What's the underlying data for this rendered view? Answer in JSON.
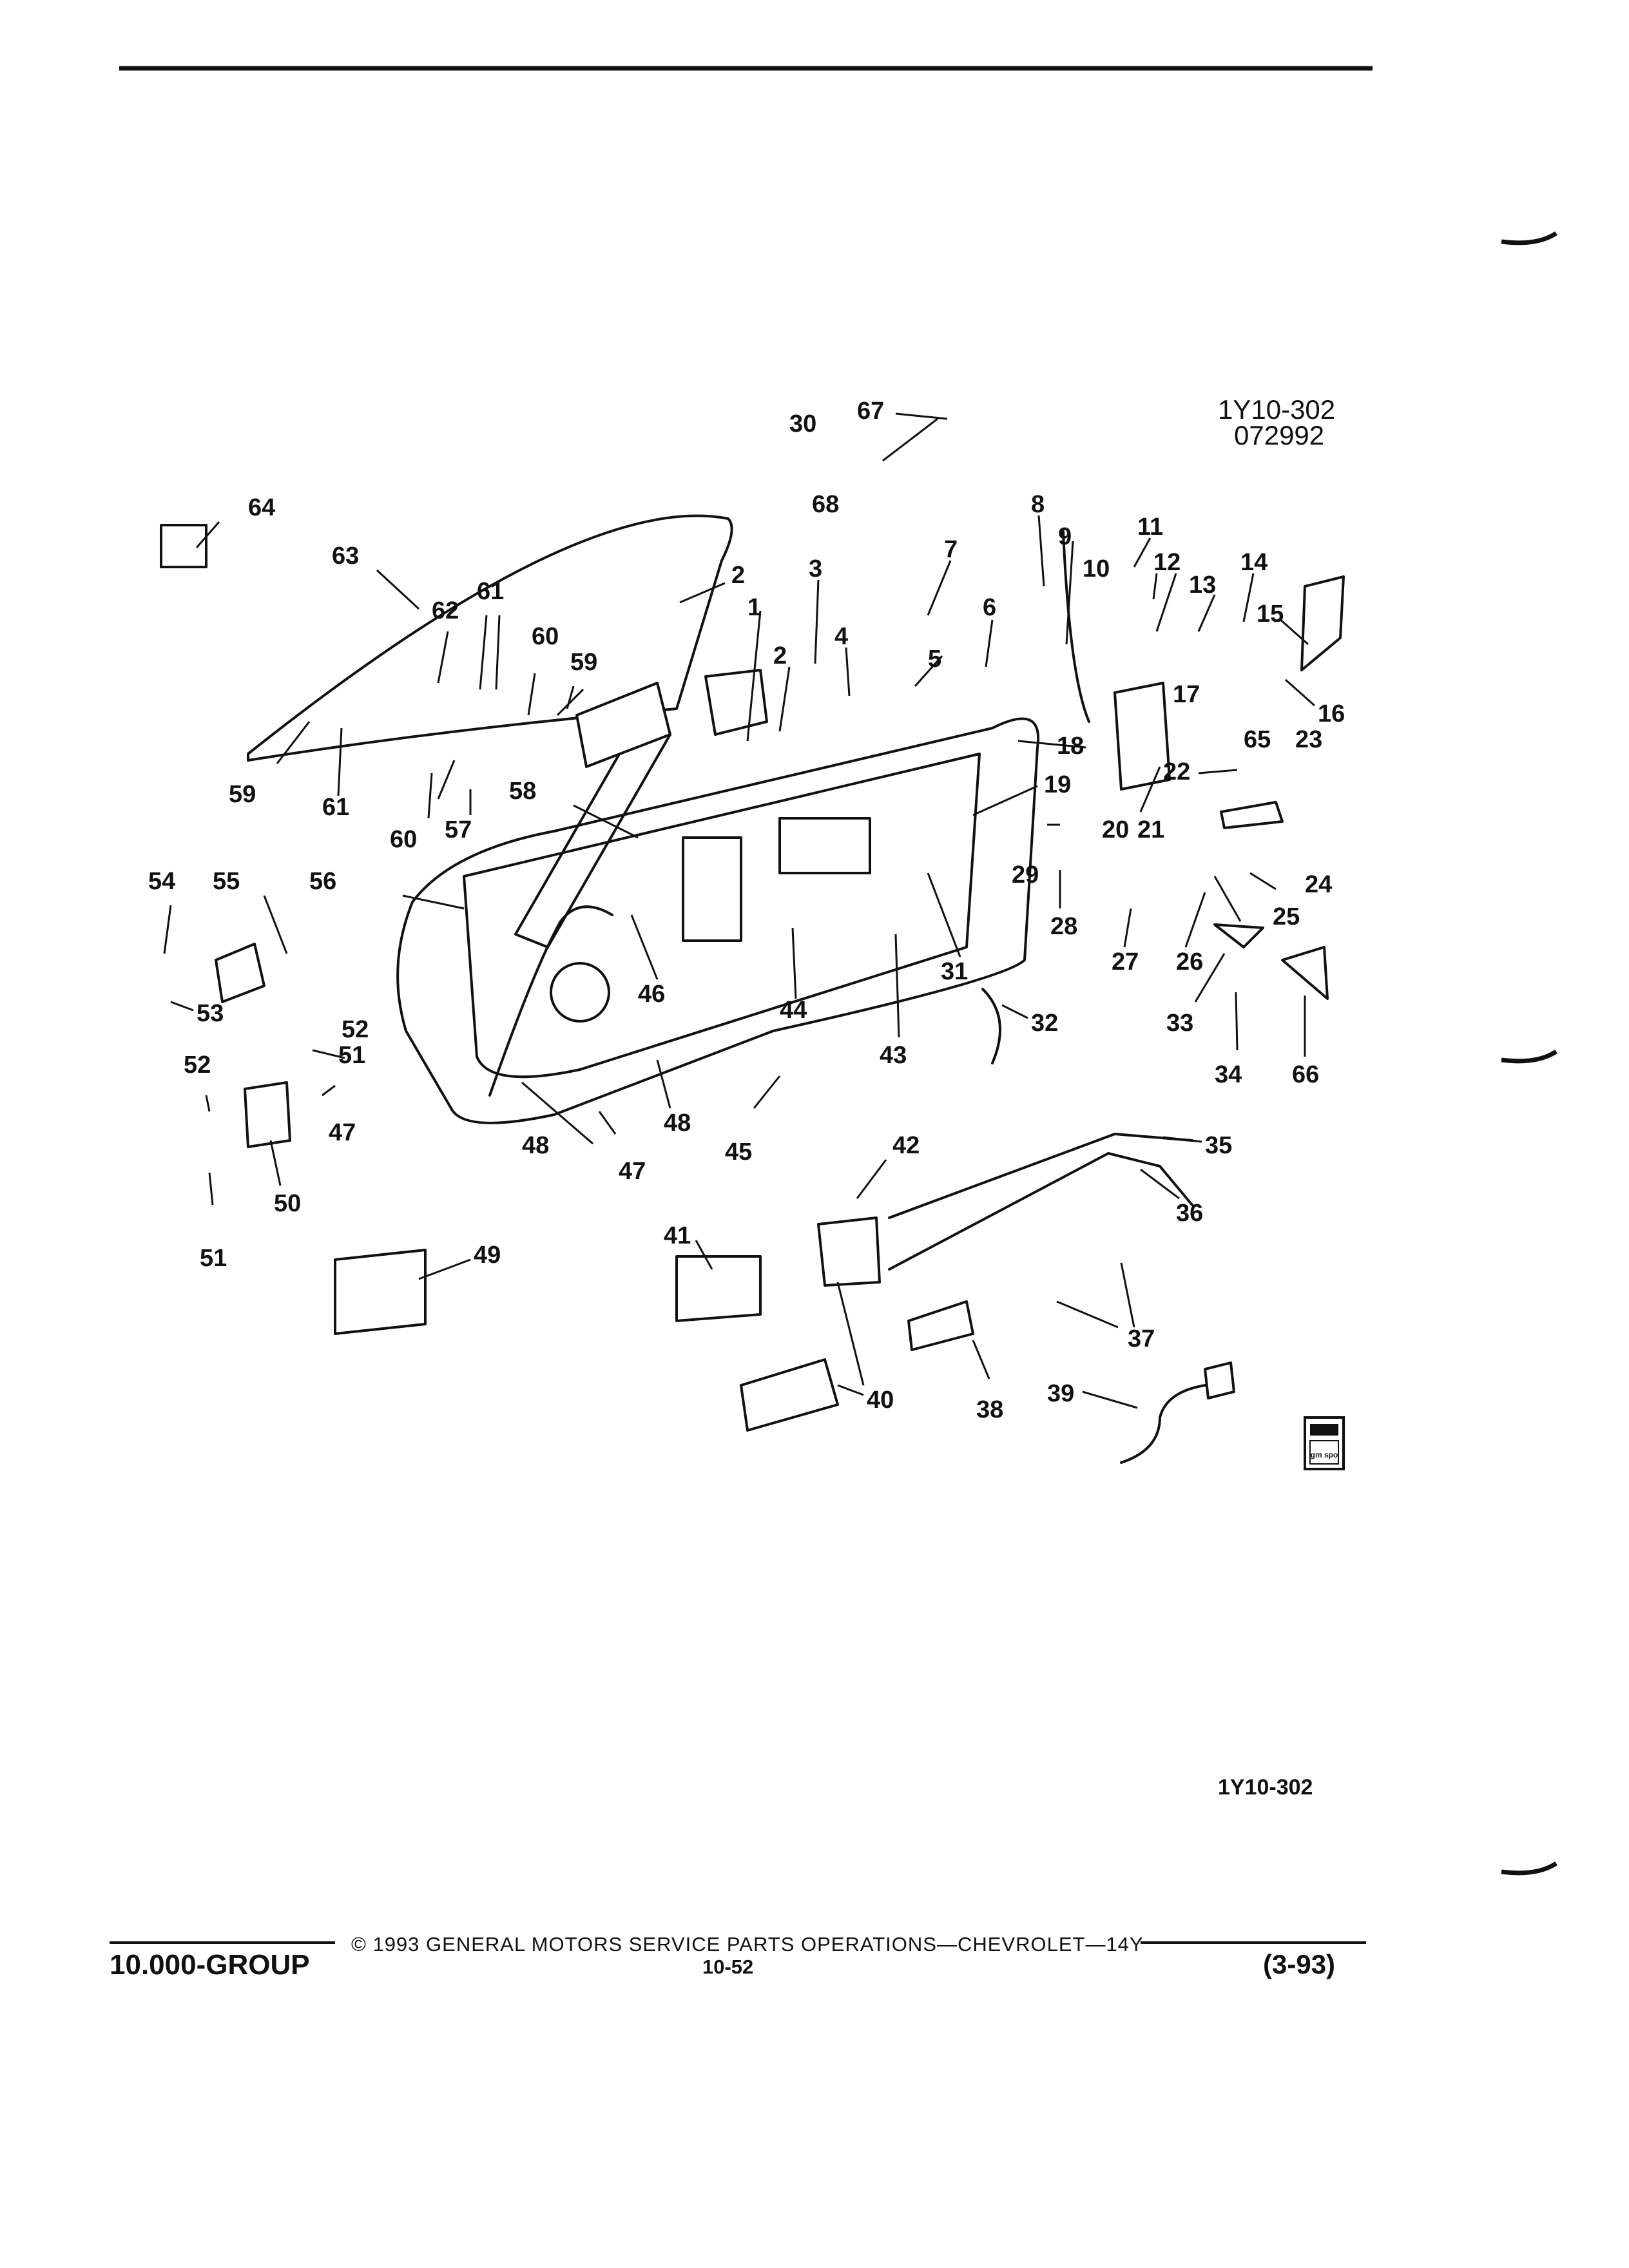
{
  "figure_code": "1Y10-302",
  "figure_date": "072992",
  "figure_code_bottom": "1Y10-302",
  "part_labels": [
    "1",
    "2",
    "2",
    "3",
    "4",
    "5",
    "6",
    "7",
    "8",
    "9",
    "10",
    "11",
    "12",
    "13",
    "14",
    "15",
    "16",
    "17",
    "18",
    "19",
    "20",
    "21",
    "22",
    "23",
    "24",
    "25",
    "26",
    "27",
    "28",
    "29",
    "30",
    "31",
    "32",
    "33",
    "34",
    "35",
    "36",
    "37",
    "38",
    "39",
    "40",
    "41",
    "42",
    "43",
    "44",
    "45",
    "46",
    "47",
    "47",
    "48",
    "48",
    "49",
    "50",
    "51",
    "51",
    "52",
    "52",
    "53",
    "54",
    "55",
    "56",
    "57",
    "58",
    "59",
    "59",
    "60",
    "60",
    "61",
    "61",
    "62",
    "63",
    "64",
    "65",
    "66",
    "67",
    "68"
  ],
  "logo_text": "gm spo",
  "footer": {
    "group": "10.000-GROUP",
    "copyright": "© 1993 GENERAL MOTORS SERVICE PARTS OPERATIONS—CHEVROLET—14Y",
    "page": "10-52",
    "date": "(3-93)"
  }
}
